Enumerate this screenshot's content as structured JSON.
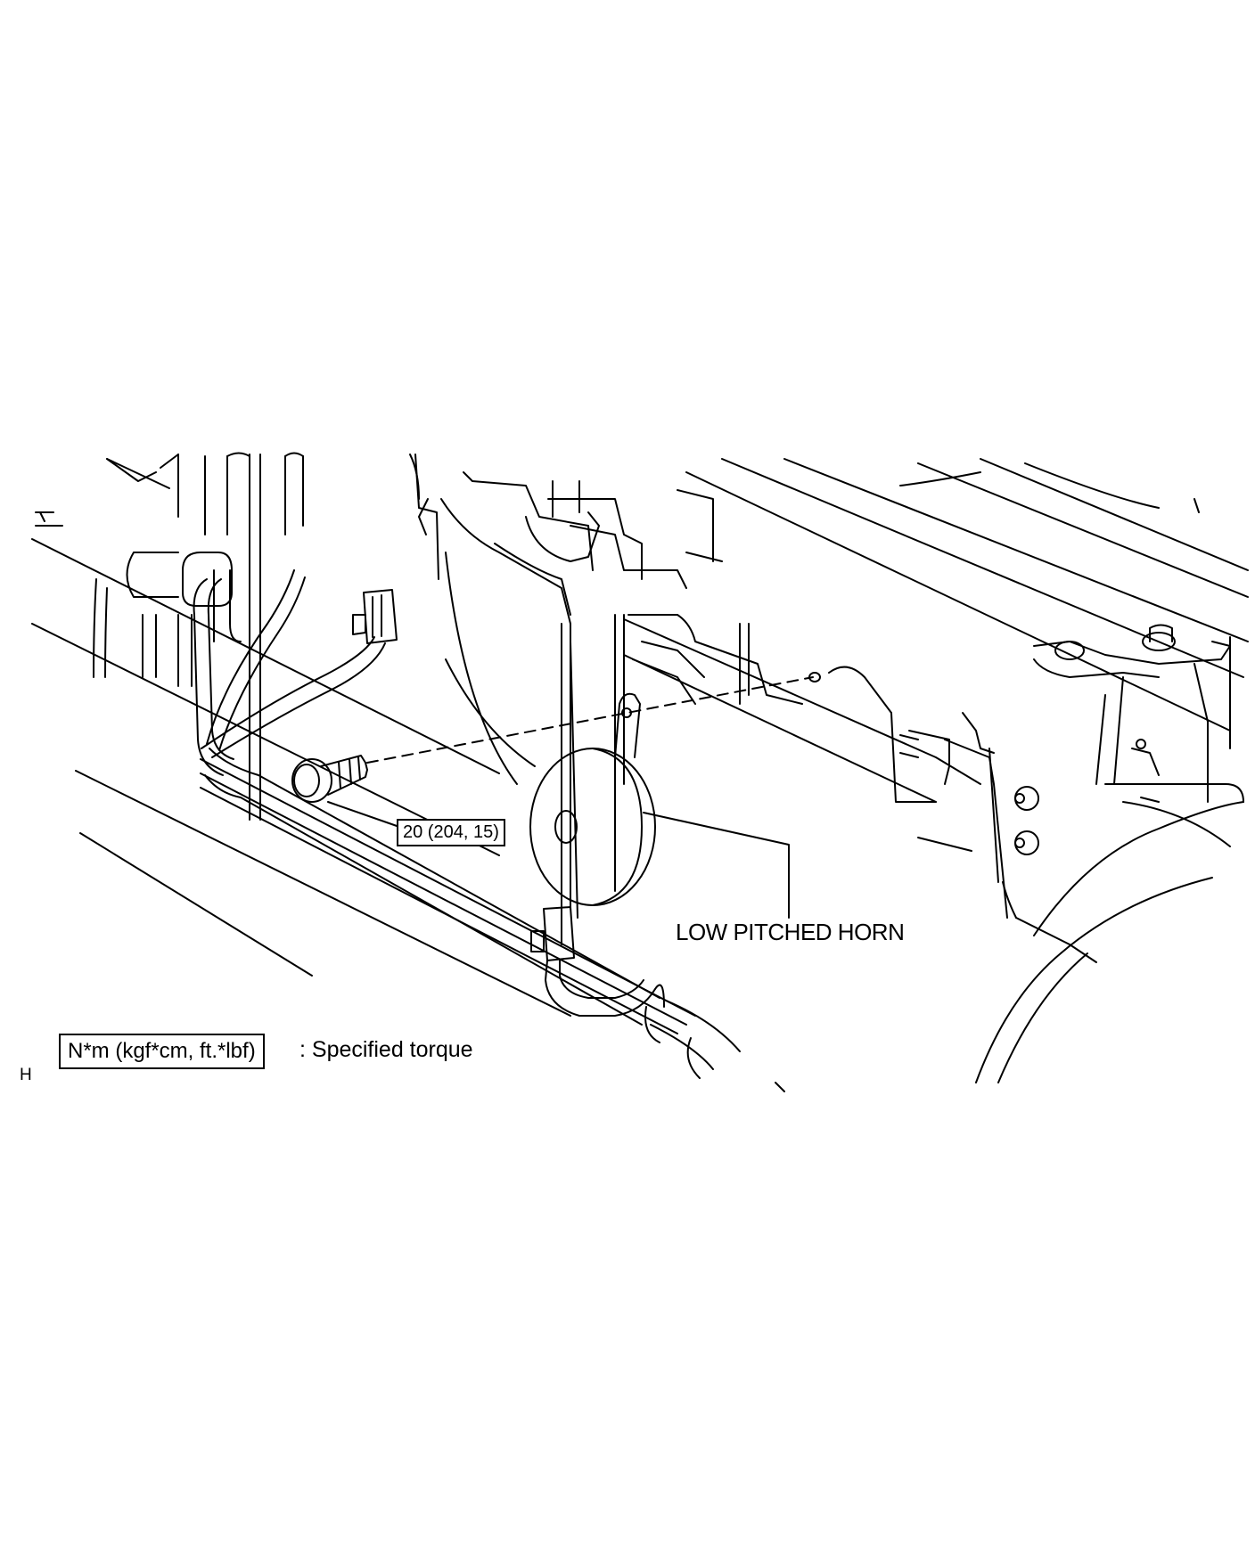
{
  "callouts": {
    "bolt_torque": "20 (204, 15)",
    "horn_label": "LOW PITCHED HORN"
  },
  "legend": {
    "unit_box": "N*m (kgf*cm, ft.*lbf)",
    "description": ": Specified torque"
  },
  "corner_code": "H",
  "colors": {
    "line": "#000000",
    "background": "#ffffff"
  }
}
